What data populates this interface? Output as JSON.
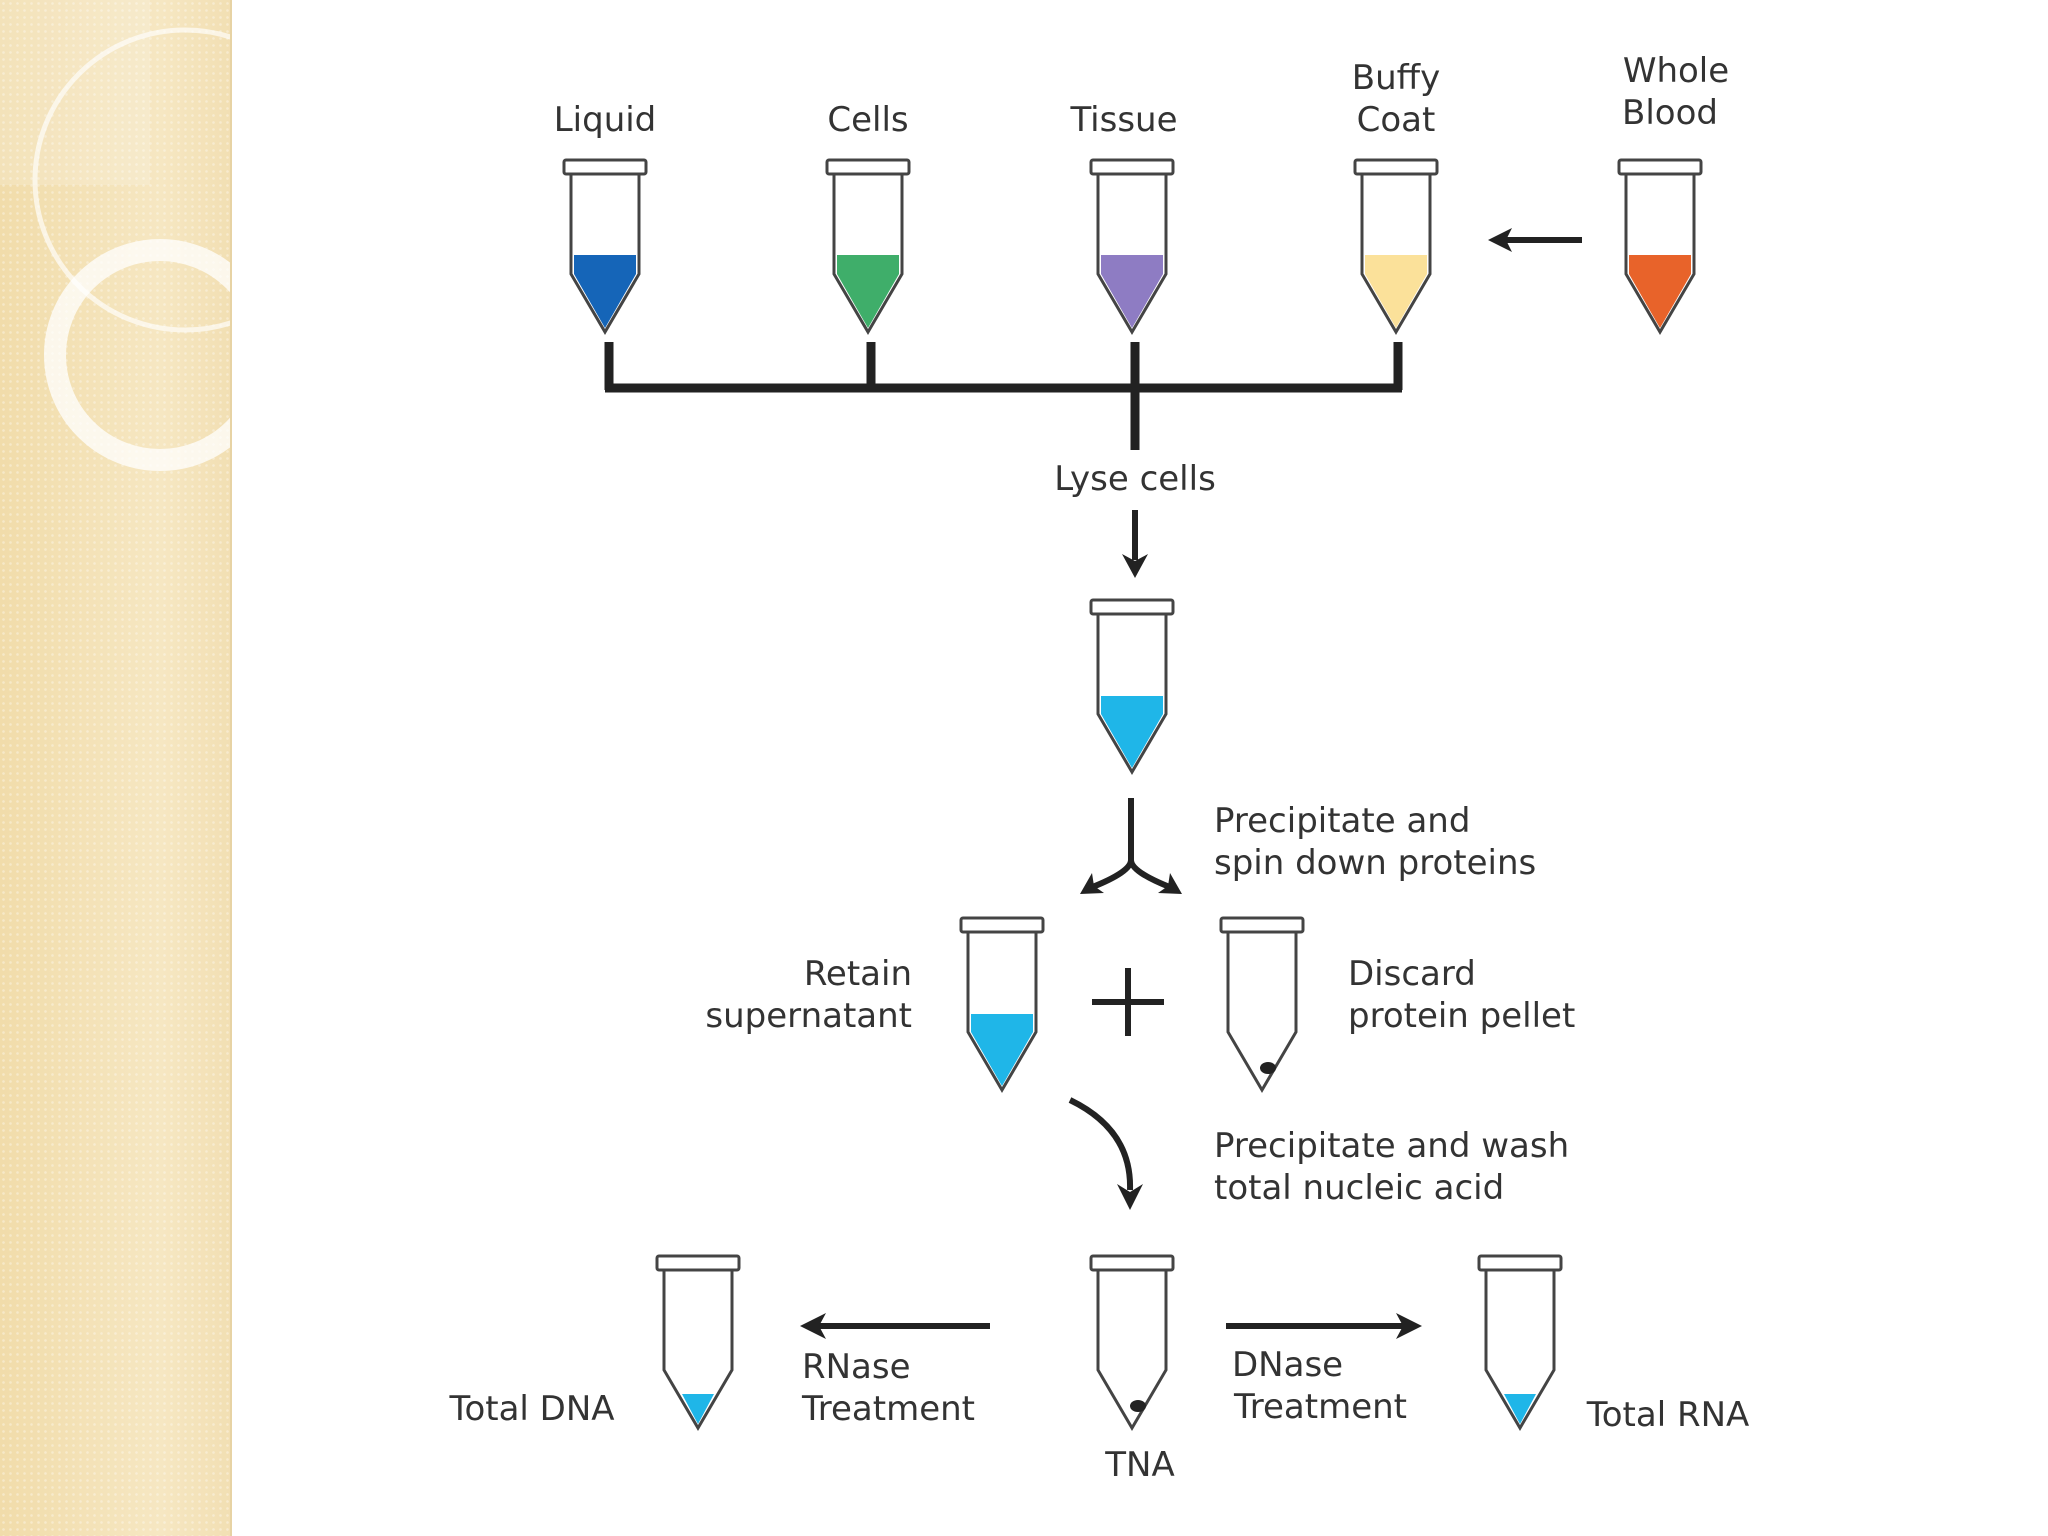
{
  "colors": {
    "liquid": "#1565b8",
    "cells": "#3fae6a",
    "tissue": "#8e7cc3",
    "buffy_coat": "#fbe19a",
    "whole_blood": "#e8632a",
    "lysate": "#1fb6e8",
    "line": "#222222",
    "text": "#333333"
  },
  "sources": {
    "liquid": "Liquid",
    "cells": "Cells",
    "tissue": "Tissue",
    "buffy_coat_line1": "Buffy",
    "buffy_coat_line2": "Coat",
    "whole_blood_line1": "Whole",
    "whole_blood_line2": "Blood"
  },
  "steps": {
    "lyse": "Lyse cells",
    "precip_proteins_line1": "Precipitate and",
    "precip_proteins_line2": "spin down proteins",
    "retain_line1": "Retain",
    "retain_line2": "supernatant",
    "discard_line1": "Discard",
    "discard_line2": "protein pellet",
    "precip_wash_line1": "Precipitate and wash",
    "precip_wash_line2": "total nucleic acid",
    "rnase_line1": "RNase",
    "rnase_line2": "Treatment",
    "dnase_line1": "DNase",
    "dnase_line2": "Treatment"
  },
  "products": {
    "total_dna": "Total DNA",
    "tna": "TNA",
    "total_rna": "Total RNA"
  }
}
